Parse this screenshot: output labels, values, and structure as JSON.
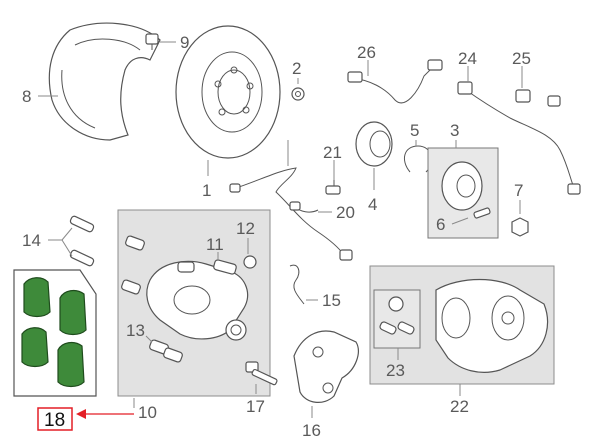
{
  "diagram": {
    "callouts": {
      "c1": "1",
      "c2": "2",
      "c3": "3",
      "c4": "4",
      "c5": "5",
      "c6": "6",
      "c7": "7",
      "c8": "8",
      "c9": "9",
      "c10": "10",
      "c11": "11",
      "c12": "12",
      "c13": "13",
      "c14": "14",
      "c15": "15",
      "c16": "16",
      "c17": "17",
      "c20": "20",
      "c21": "21",
      "c22": "22",
      "c23": "23",
      "c24": "24",
      "c25": "25",
      "c26": "26"
    },
    "highlighted_callout": "18",
    "colors": {
      "highlight": "#e31f26",
      "pad_green": "#3e8a3a",
      "group_gray": "#e2e2e2"
    }
  }
}
